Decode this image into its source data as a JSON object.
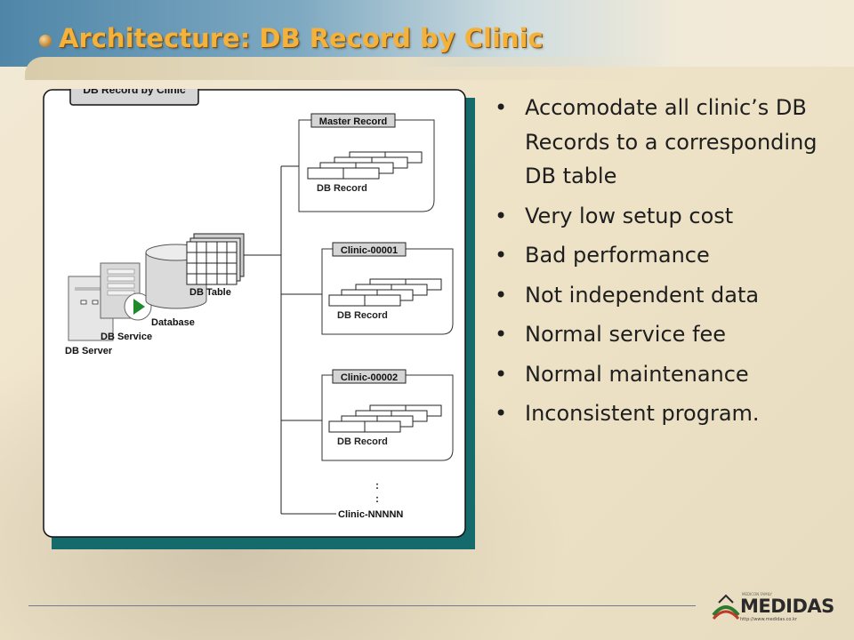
{
  "slide": {
    "title": "Architecture: DB Record by Clinic"
  },
  "diagram": {
    "box_title": "DB Record by Clinic",
    "master": {
      "label": "Master Record",
      "record_label": "DB Record"
    },
    "clinics": [
      {
        "label": "Clinic-00001",
        "record_label": "DB Record"
      },
      {
        "label": "Clinic-00002",
        "record_label": "DB Record"
      }
    ],
    "ellipsis": ":\n:",
    "last_clinic_label": "Clinic-NNNNN",
    "db_table_label": "DB Table",
    "database_label": "Database",
    "db_service_label": "DB Service",
    "db_server_label": "DB Server"
  },
  "bullets": [
    "Accomodate all clinic’s DB Records to a corresponding DB table",
    "Very low setup cost",
    "Bad performance",
    "Not independent data",
    "Normal service fee",
    "Normal maintenance",
    "Inconsistent program."
  ],
  "logo": {
    "family": "MEDICON FAMILY",
    "name": "MEDIDAS",
    "url": "http://www.medidas.co.kr"
  },
  "colors": {
    "title": "#f4b23a",
    "header_blue": "#4f86a8",
    "diagram_shadow": "#156b6b",
    "play_green": "#1f8a2a"
  }
}
